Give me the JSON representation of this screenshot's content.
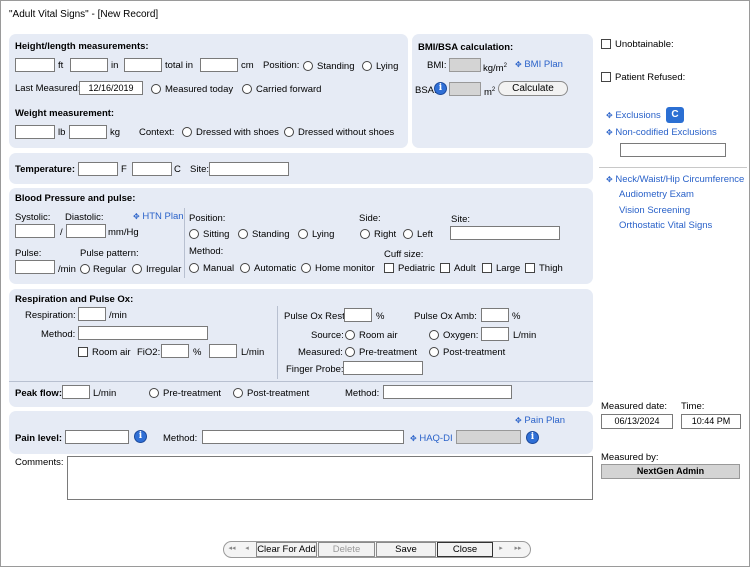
{
  "window": {
    "title": "\"Adult Vital Signs\" - [New Record]"
  },
  "height": {
    "header": "Height/length measurements:",
    "ft_unit": "ft",
    "in_unit": "in",
    "total_in_unit": "total in",
    "cm_unit": "cm",
    "position_label": "Position:",
    "standing": "Standing",
    "lying": "Lying",
    "last_measured_label": "Last Measured:",
    "last_measured_value": "12/16/2019",
    "measured_today": "Measured today",
    "carried_forward": "Carried forward"
  },
  "weight": {
    "header": "Weight measurement:",
    "lb_unit": "lb",
    "kg_unit": "kg",
    "context_label": "Context:",
    "with_shoes": "Dressed with shoes",
    "without_shoes": "Dressed without shoes"
  },
  "bmi": {
    "header": "BMI/BSA calculation:",
    "bmi_label": "BMI:",
    "bmi_unit": "kg/m",
    "bmi_sup": "2",
    "bmi_plan": "BMI Plan",
    "bsa_label": "BSA:",
    "bsa_unit": "m",
    "bsa_sup": "2",
    "calculate": "Calculate"
  },
  "temperature": {
    "label": "Temperature:",
    "f_unit": "F",
    "c_unit": "C",
    "site_label": "Site:"
  },
  "bp": {
    "header": "Blood Pressure and pulse:",
    "systolic": "Systolic:",
    "diastolic": "Diastolic:",
    "slash": "/",
    "mmhg": "mm/Hg",
    "htn_plan": "HTN Plan",
    "pulse": "Pulse:",
    "per_min": "/min",
    "pulse_pattern": "Pulse pattern:",
    "regular": "Regular",
    "irregular": "Irregular",
    "position": "Position:",
    "sitting": "Sitting",
    "standing": "Standing",
    "lying": "Lying",
    "side": "Side:",
    "right": "Right",
    "left": "Left",
    "site": "Site:",
    "method": "Method:",
    "manual": "Manual",
    "automatic": "Automatic",
    "home_monitor": "Home monitor",
    "cuff_size": "Cuff size:",
    "pediatric": "Pediatric",
    "adult": "Adult",
    "large": "Large",
    "thigh": "Thigh"
  },
  "resp": {
    "header": "Respiration and Pulse Ox:",
    "respiration": "Respiration:",
    "per_min": "/min",
    "method": "Method:",
    "room_air": "Room air",
    "fio2": "FiO2:",
    "percent": "%",
    "lmin": "L/min",
    "pulse_ox_rest": "Pulse Ox Rest:",
    "pulse_ox_amb": "Pulse Ox Amb:",
    "source": "Source:",
    "source_room_air": "Room air",
    "oxygen": "Oxygen:",
    "measured": "Measured:",
    "pre_treatment": "Pre-treatment",
    "post_treatment": "Post-treatment",
    "finger_probe": "Finger Probe:"
  },
  "peak": {
    "label": "Peak flow:",
    "lmin": "L/min",
    "pre_treatment": "Pre-treatment",
    "post_treatment": "Post-treatment",
    "method": "Method:"
  },
  "pain": {
    "pain_plan": "Pain Plan",
    "pain_level": "Pain level:",
    "method": "Method:",
    "haq_di": "HAQ-DI"
  },
  "comments": {
    "label": "Comments:"
  },
  "side": {
    "unobtainable": "Unobtainable:",
    "patient_refused": "Patient Refused:",
    "exclusions": "Exclusions",
    "noncodified": "Non-codified Exclusions",
    "links": [
      "Neck/Waist/Hip Circumference",
      "Audiometry Exam",
      "Vision Screening",
      "Orthostatic Vital Signs"
    ],
    "measured_date_label": "Measured date:",
    "measured_date": "06/13/2024",
    "time_label": "Time:",
    "time": "10:44 PM",
    "measured_by_label": "Measured by:",
    "measured_by": "NextGen Admin"
  },
  "toolbar": {
    "first": "◂◂",
    "prev": "◂",
    "clear": "Clear For Add",
    "delete": "Delete",
    "save": "Save",
    "close": "Close",
    "next": "▸",
    "last": "▸▸"
  }
}
